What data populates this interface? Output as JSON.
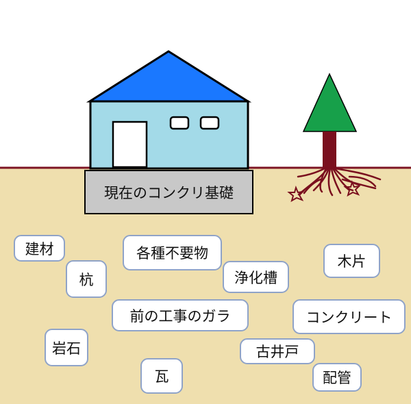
{
  "foundation_label": "現在のコンクリ基礎",
  "debris_labels": [
    "建材",
    "杭",
    "各種不要物",
    "浄化槽",
    "木片",
    "前の工事のガラ",
    "コンクリート",
    "岩石",
    "古井戸",
    "瓦",
    "配管"
  ],
  "colors": {
    "ground": "#efdfae",
    "ground_line": "#7d1424",
    "roof": "#1a78ff",
    "house_wall": "#a3dae8",
    "foundation": "#c8c8c8",
    "tree_foliage": "#17a04a",
    "tree_trunk": "#7a0f1e",
    "label_border": "#8fa3c8"
  }
}
